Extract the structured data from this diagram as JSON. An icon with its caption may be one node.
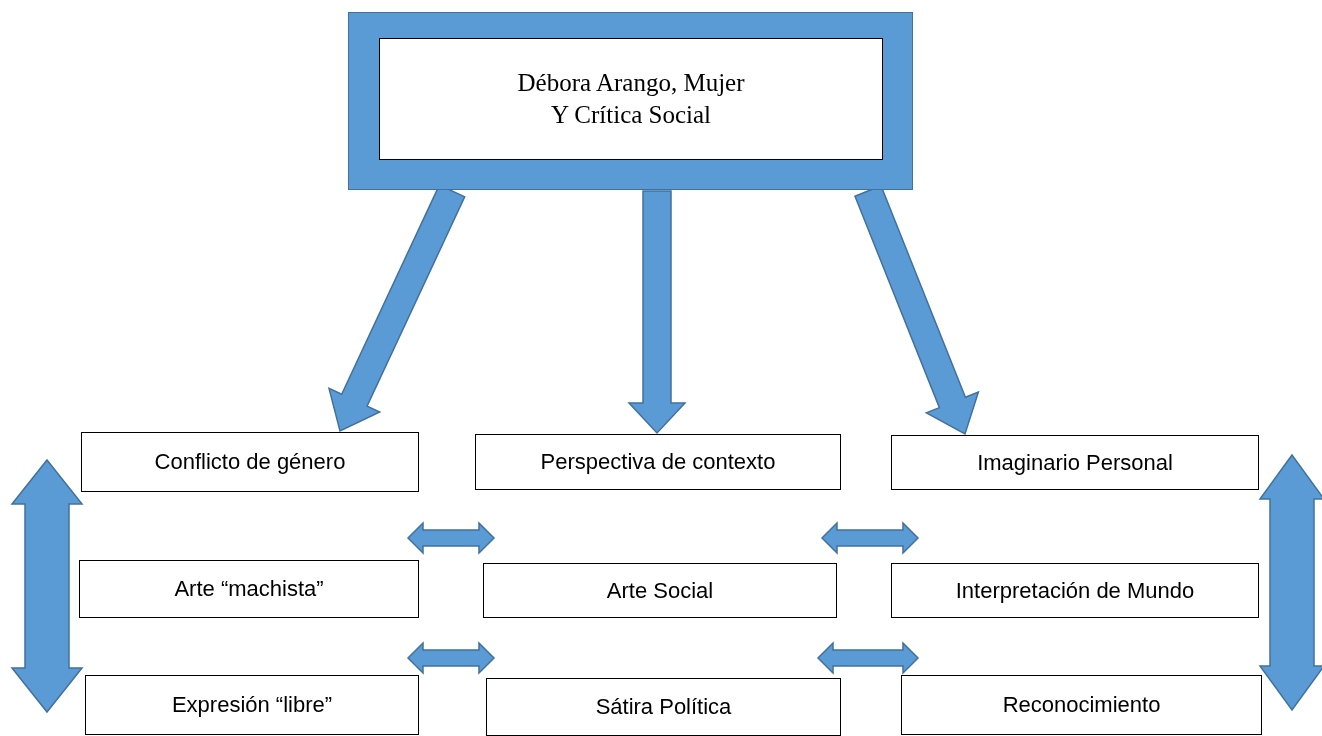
{
  "diagram": {
    "nodes": [
      {
        "text": [
          "Débora Arango, Mujer Y Crítica Social"
        ]
      },
      {
        "text": [
          "Conflicto de género"
        ]
      },
      {
        "text": [
          "Perspectiva de contexto"
        ]
      },
      {
        "text": [
          "Imaginario Personal"
        ]
      },
      {
        "text": [
          "Arte “machista”"
        ]
      },
      {
        "text": [
          "Arte Social"
        ]
      },
      {
        "text": [
          "Interpretación de Mundo"
        ]
      },
      {
        "text": [
          "Expresión “libre”"
        ]
      },
      {
        "text": [
          "Sátira Política"
        ]
      },
      {
        "text": [
          "Reconocimiento"
        ]
      }
    ],
    "edges": [
      {
        "from": 0,
        "to": 1,
        "arrow": "to"
      },
      {
        "from": 0,
        "to": 2,
        "arrow": "to"
      },
      {
        "from": 0,
        "to": 3,
        "arrow": "to"
      },
      {
        "from": 1,
        "to": 7,
        "arrow": "both"
      },
      {
        "from": 4,
        "to": 5,
        "arrow": "both"
      },
      {
        "from": 5,
        "to": 6,
        "arrow": "both"
      },
      {
        "from": 7,
        "to": 8,
        "arrow": "both"
      },
      {
        "from": 8,
        "to": 9,
        "arrow": "both"
      },
      {
        "from": 3,
        "to": 9,
        "arrow": "both"
      }
    ]
  }
}
